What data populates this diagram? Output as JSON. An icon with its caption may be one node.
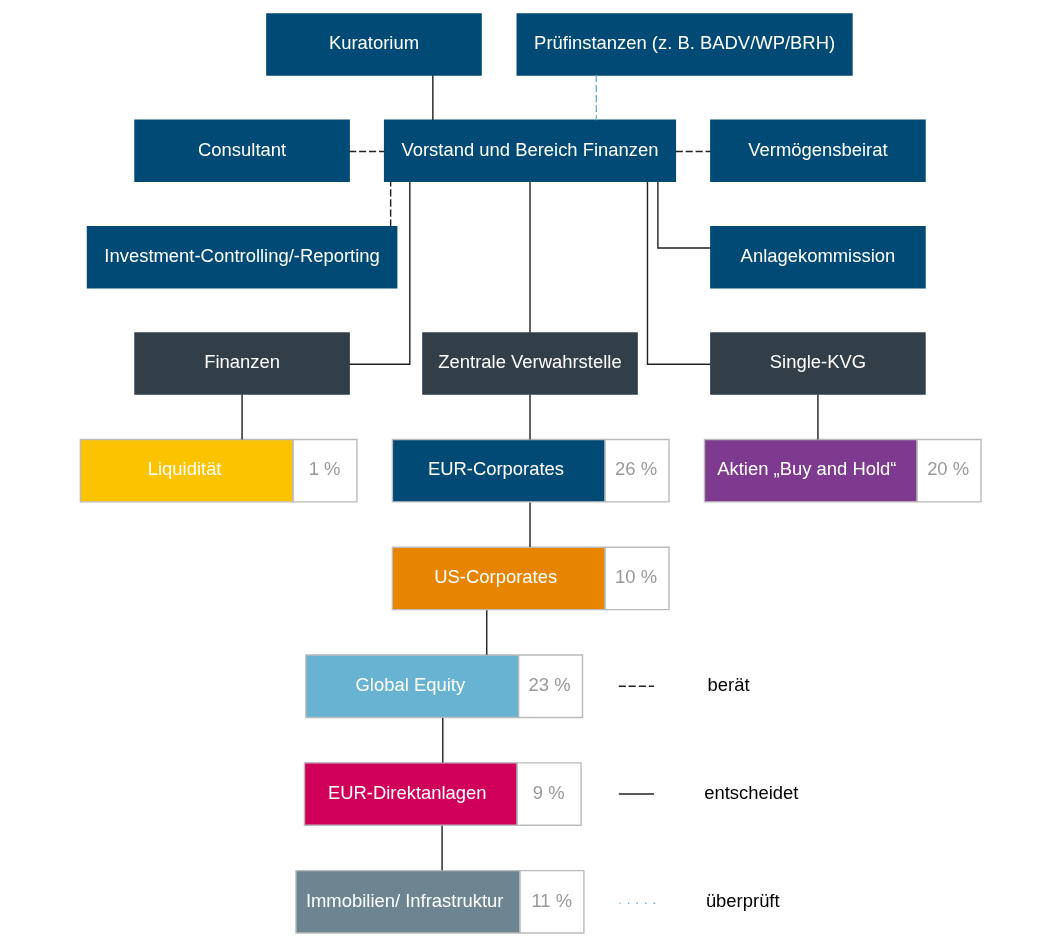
{
  "diagram": {
    "nodes": [
      {
        "text": [
          "Kuratorium"
        ]
      },
      {
        "text": [
          "Prüfinstanzen (z. B. BADV/WP/BRH)"
        ]
      },
      {
        "text": [
          "Vorstand und Bereich Finanzen"
        ]
      },
      {
        "text": [
          "Consultant"
        ]
      },
      {
        "text": [
          "Vermögensbeirat"
        ]
      },
      {
        "text": [
          "Investment-Controlling/-Reporting"
        ]
      },
      {
        "text": [
          "Anlagekommission"
        ]
      },
      {
        "text": [
          "Finanzen"
        ]
      },
      {
        "text": [
          "Zentrale Verwahrstelle"
        ]
      },
      {
        "text": [
          "Single-KVG"
        ]
      },
      {
        "text": [
          "Liquidität",
          "1 %"
        ]
      },
      {
        "text": [
          "EUR-Corporates",
          "26 %"
        ]
      },
      {
        "text": [
          "US-Corporates",
          "10 %"
        ]
      },
      {
        "text": [
          "Global Equity",
          "23 %"
        ]
      },
      {
        "text": [
          "EUR-Direktanlagen",
          "9 %"
        ]
      },
      {
        "text": [
          "Immobilien/ Infrastruktur",
          "11 %"
        ]
      },
      {
        "text": [
          "Aktien „Buy and Hold“",
          "20 %"
        ]
      }
    ],
    "edges": [
      {
        "from": 0,
        "to": 2,
        "arrow": "none"
      },
      {
        "from": 1,
        "to": 2,
        "arrow": "none",
        "style": "dashed",
        "color": "#6ab4cf"
      },
      {
        "from": 3,
        "to": 2,
        "arrow": "none",
        "style": "dashed"
      },
      {
        "from": 2,
        "to": 4,
        "arrow": "none",
        "style": "dashed"
      },
      {
        "from": 5,
        "to": 2,
        "arrow": "none",
        "style": "dashed"
      },
      {
        "from": 2,
        "to": 6,
        "arrow": "none"
      },
      {
        "from": 2,
        "to": 7,
        "arrow": "none"
      },
      {
        "from": 2,
        "to": 8,
        "arrow": "none"
      },
      {
        "from": 2,
        "to": 9,
        "arrow": "none"
      },
      {
        "from": 7,
        "to": 10,
        "arrow": "none"
      },
      {
        "from": 8,
        "to": 11,
        "arrow": "none"
      },
      {
        "from": 11,
        "to": 12,
        "arrow": "none"
      },
      {
        "from": 12,
        "to": 13,
        "arrow": "none"
      },
      {
        "from": 13,
        "to": 14,
        "arrow": "none"
      },
      {
        "from": 14,
        "to": 15,
        "arrow": "none"
      },
      {
        "from": 9,
        "to": 16,
        "arrow": "none"
      }
    ],
    "legend": [
      {
        "text": "berät"
      },
      {
        "text": "entscheidet"
      },
      {
        "text": "überprüft"
      }
    ]
  }
}
